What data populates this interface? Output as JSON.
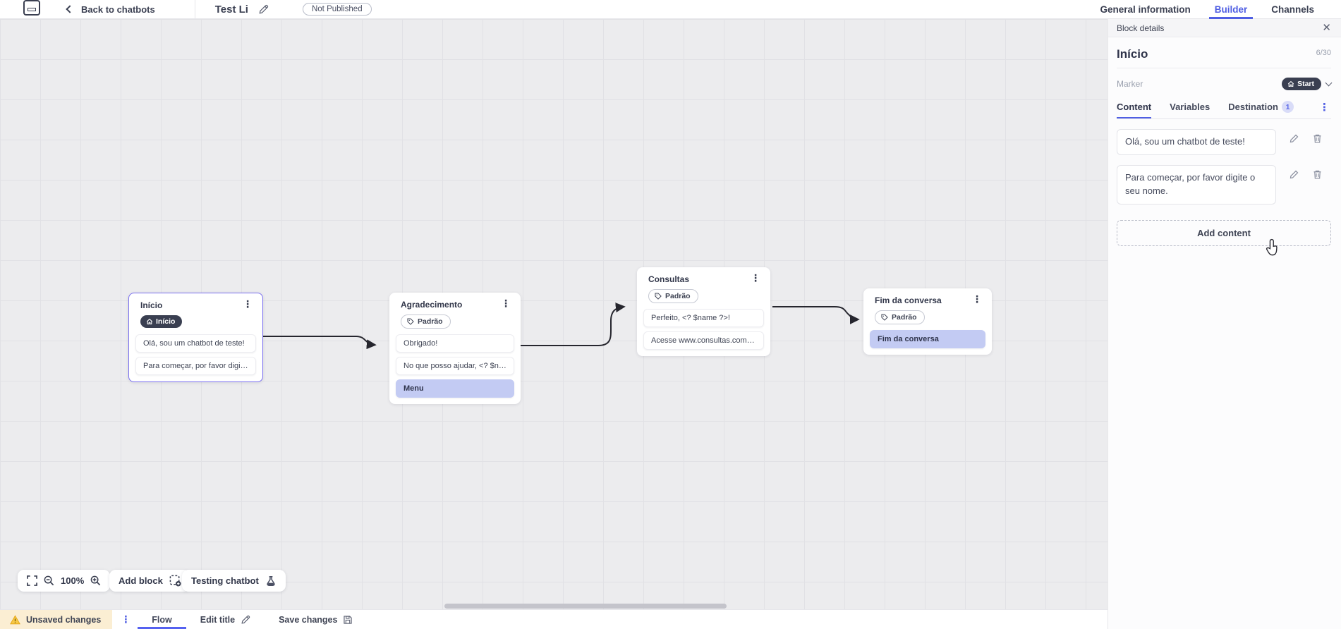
{
  "topbar": {
    "back_label": "Back to chatbots",
    "flow_title": "Test Li",
    "status_badge": "Not Published",
    "tabs": {
      "general": "General information",
      "builder": "Builder",
      "channels": "Channels"
    }
  },
  "panel": {
    "header": "Block details",
    "title": "Início",
    "counter": "6/30",
    "marker_label": "Marker",
    "marker_value": "Start",
    "tabs": {
      "content": "Content",
      "variables": "Variables",
      "destination": "Destination",
      "destination_badge": "1"
    },
    "contents": [
      {
        "text": "Olá, sou um chatbot de teste!"
      },
      {
        "text": "Para começar, por favor digite o seu nome."
      }
    ],
    "add_content_label": "Add content"
  },
  "canvas": {
    "blocks": [
      {
        "title": "Início",
        "badge": "Início",
        "cards": [
          {
            "text": "Olá, sou um chatbot de teste!"
          },
          {
            "text": "Para começar, por favor digite o ..."
          }
        ]
      },
      {
        "title": "Agradecimento",
        "tag": "Padrão",
        "cards": [
          {
            "text": "Obrigado!"
          },
          {
            "text": "No que posso ajudar, <? $name ..."
          },
          {
            "text": "Menu"
          }
        ]
      },
      {
        "title": "Consultas",
        "tag": "Padrão",
        "cards": [
          {
            "text": "Perfeito, <? $name ?>!"
          },
          {
            "text": "Acesse www.consultas.com par..."
          }
        ]
      },
      {
        "title": "Fim da conversa",
        "tag": "Padrão",
        "cards": [
          {
            "text": "Fim da conversa"
          }
        ]
      }
    ]
  },
  "toolbar": {
    "zoom_level": "100%",
    "add_block_label": "Add block",
    "testing_label": "Testing chatbot"
  },
  "bottombar": {
    "unsaved_label": "Unsaved changes",
    "flow_label": "Flow",
    "edit_title_label": "Edit title",
    "save_label": "Save changes"
  },
  "colors": {
    "accent_blue": "#4f5ee3",
    "selected_purple": "#7a6ff0",
    "highlight_card": "#c3cbf3",
    "dark_pill": "#3a3f51",
    "unsaved_bg": "#fbeed3",
    "wire": "#26262e"
  }
}
